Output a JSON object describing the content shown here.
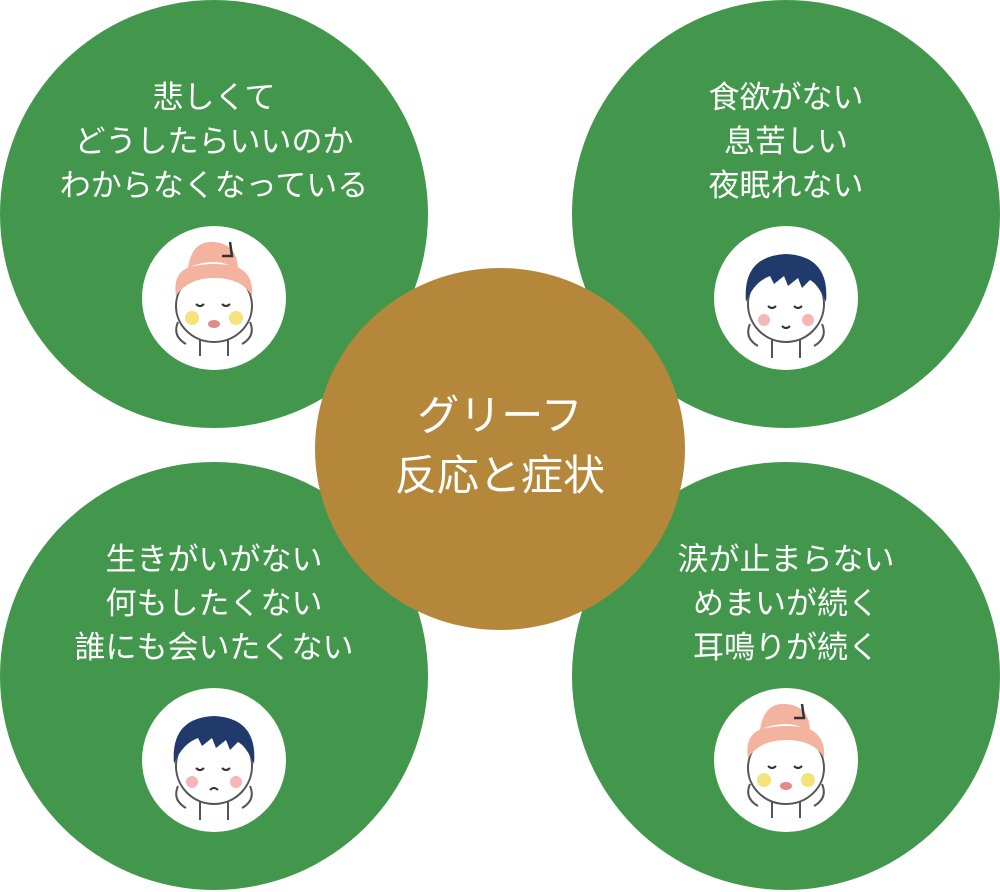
{
  "center": {
    "lines": [
      "グリーフ",
      "反応と症状"
    ]
  },
  "symptoms": {
    "top_left": {
      "lines": [
        "悲しくて",
        "どうしたらいいのか",
        "わからなくなっている"
      ],
      "avatar": "woman-face-icon"
    },
    "top_right": {
      "lines": [
        "食欲がない",
        "息苦しい",
        "夜眠れない"
      ],
      "avatar": "man-face-icon"
    },
    "bottom_left": {
      "lines": [
        "生きがいがない",
        "何もしたくない",
        "誰にも会いたくない"
      ],
      "avatar": "man-face-icon"
    },
    "bottom_right": {
      "lines": [
        "涙が止まらない",
        "めまいが続く",
        "耳鳴りが続く"
      ],
      "avatar": "woman-face-icon"
    }
  },
  "colors": {
    "green": "#43974c",
    "gold": "#b5873b",
    "hair_woman": "#f3b39f",
    "hair_man": "#1f3a6b"
  }
}
